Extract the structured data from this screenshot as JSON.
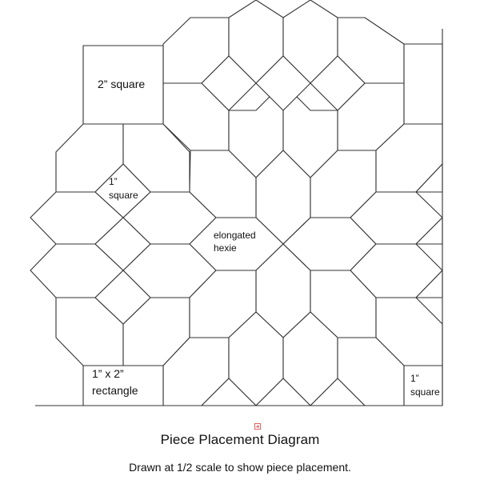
{
  "diagram": {
    "labels": {
      "two_inch_square": "2” square",
      "one_inch_square_line1": "1”",
      "one_inch_square_line2": "square",
      "elongated_hexie_line1": "elongated",
      "elongated_hexie_line2": "hexie",
      "rectangle_line1": "1” x 2”",
      "rectangle_line2": "rectangle",
      "right_square_line1": "1”",
      "right_square_line2": "square"
    }
  },
  "caption": {
    "title": "Piece Placement Diagram",
    "subtitle": "Drawn at 1/2 scale to show piece placement."
  },
  "colors": {
    "outline": "#333333",
    "marker": "#e06060"
  }
}
